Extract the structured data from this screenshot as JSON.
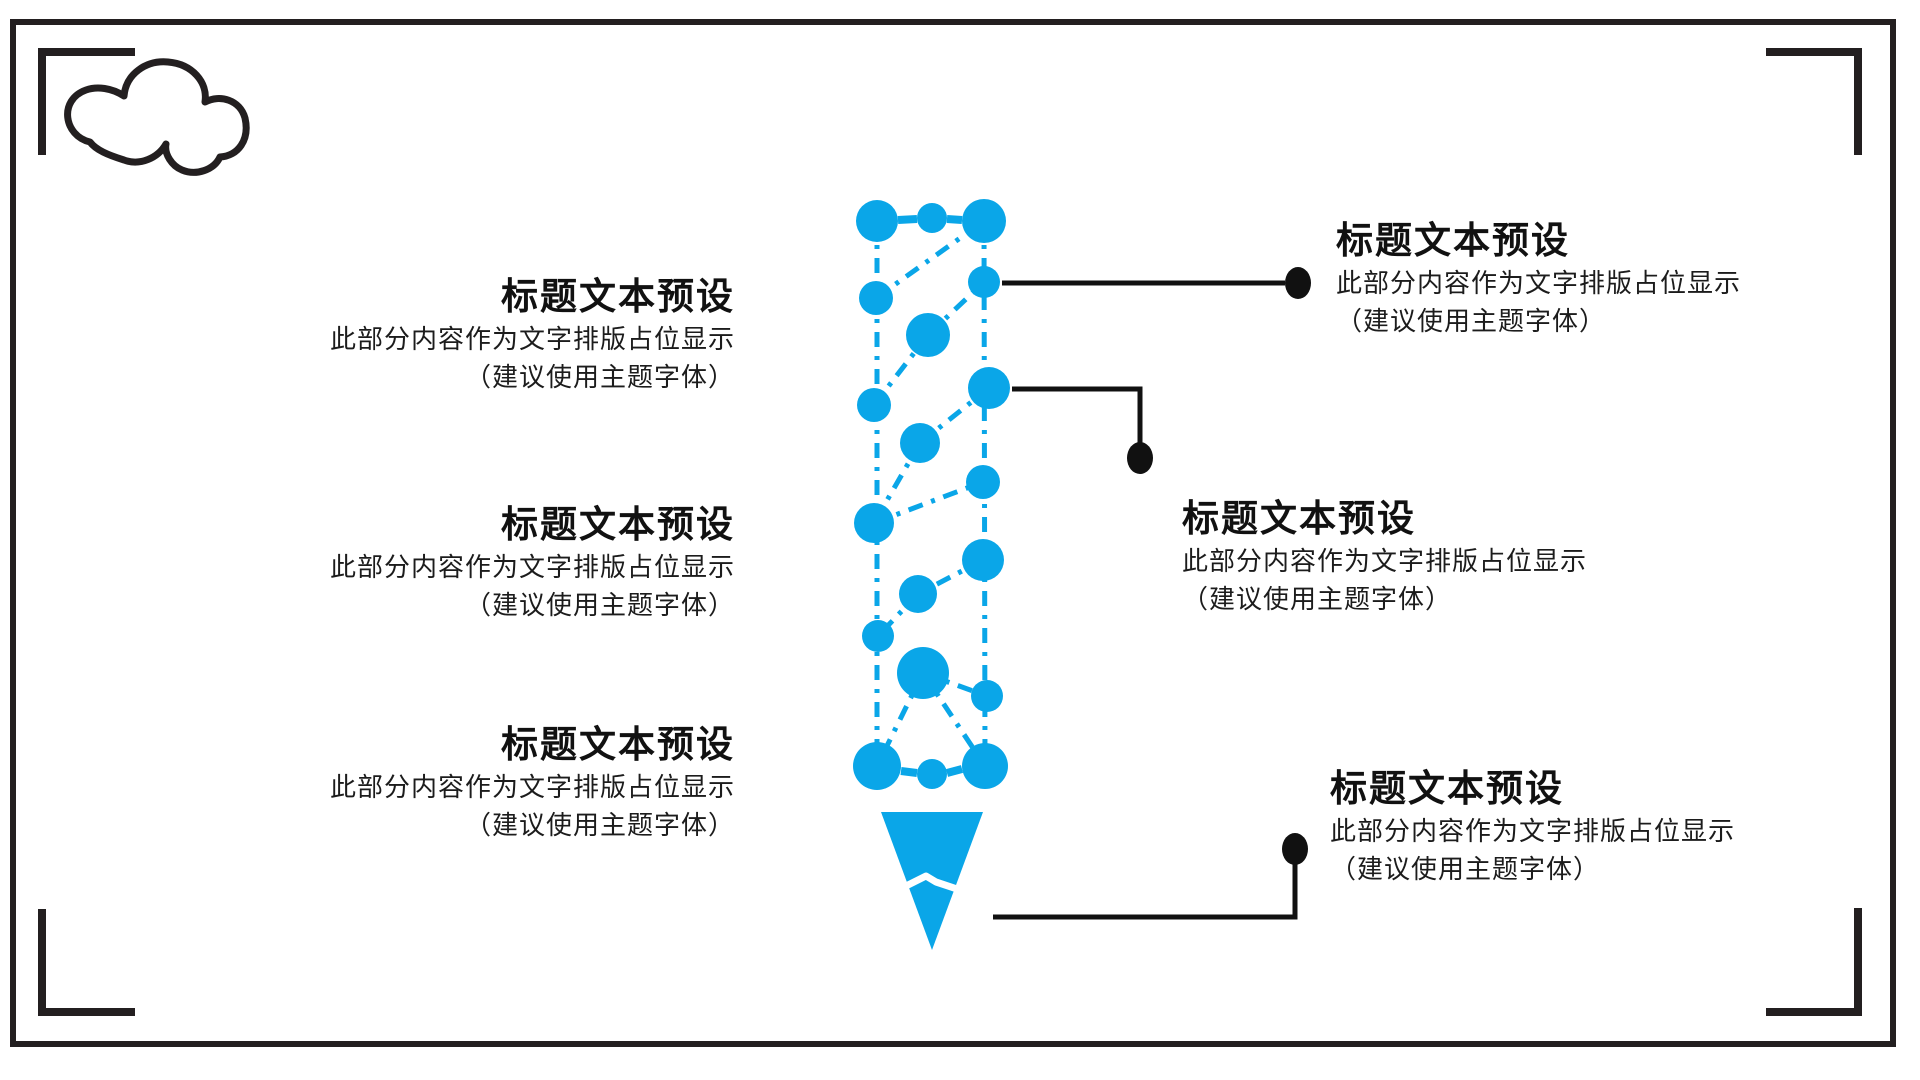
{
  "slide": {
    "type": "presentation-slide",
    "background_color": "#ffffff",
    "accent_color": "#0aa6e8",
    "frame_color": "#231f20",
    "connector_color": "#111111",
    "text_color": "#1a1a1a"
  },
  "decorations": {
    "cloud_icon": "hand-drawn cloud outline",
    "corner_brackets": "four L-shaped frame corner marks",
    "pencil_graphic": "pencil built from blue network dots and dash-dot links with solid tip"
  },
  "blocks": {
    "left": [
      {
        "title": "标题文本预设",
        "line1": "此部分内容作为文字排版占位显示",
        "line2": "（建议使用主题字体）"
      },
      {
        "title": "标题文本预设",
        "line1": "此部分内容作为文字排版占位显示",
        "line2": "（建议使用主题字体）"
      },
      {
        "title": "标题文本预设",
        "line1": "此部分内容作为文字排版占位显示",
        "line2": "（建议使用主题字体）"
      }
    ],
    "right": [
      {
        "title": "标题文本预设",
        "line1": "此部分内容作为文字排版占位显示",
        "line2": "（建议使用主题字体）"
      },
      {
        "title": "标题文本预设",
        "line1": "此部分内容作为文字排版占位显示",
        "line2": "（建议使用主题字体）"
      },
      {
        "title": "标题文本预设",
        "line1": "此部分内容作为文字排版占位显示",
        "line2": "（建议使用主题字体）"
      }
    ]
  }
}
